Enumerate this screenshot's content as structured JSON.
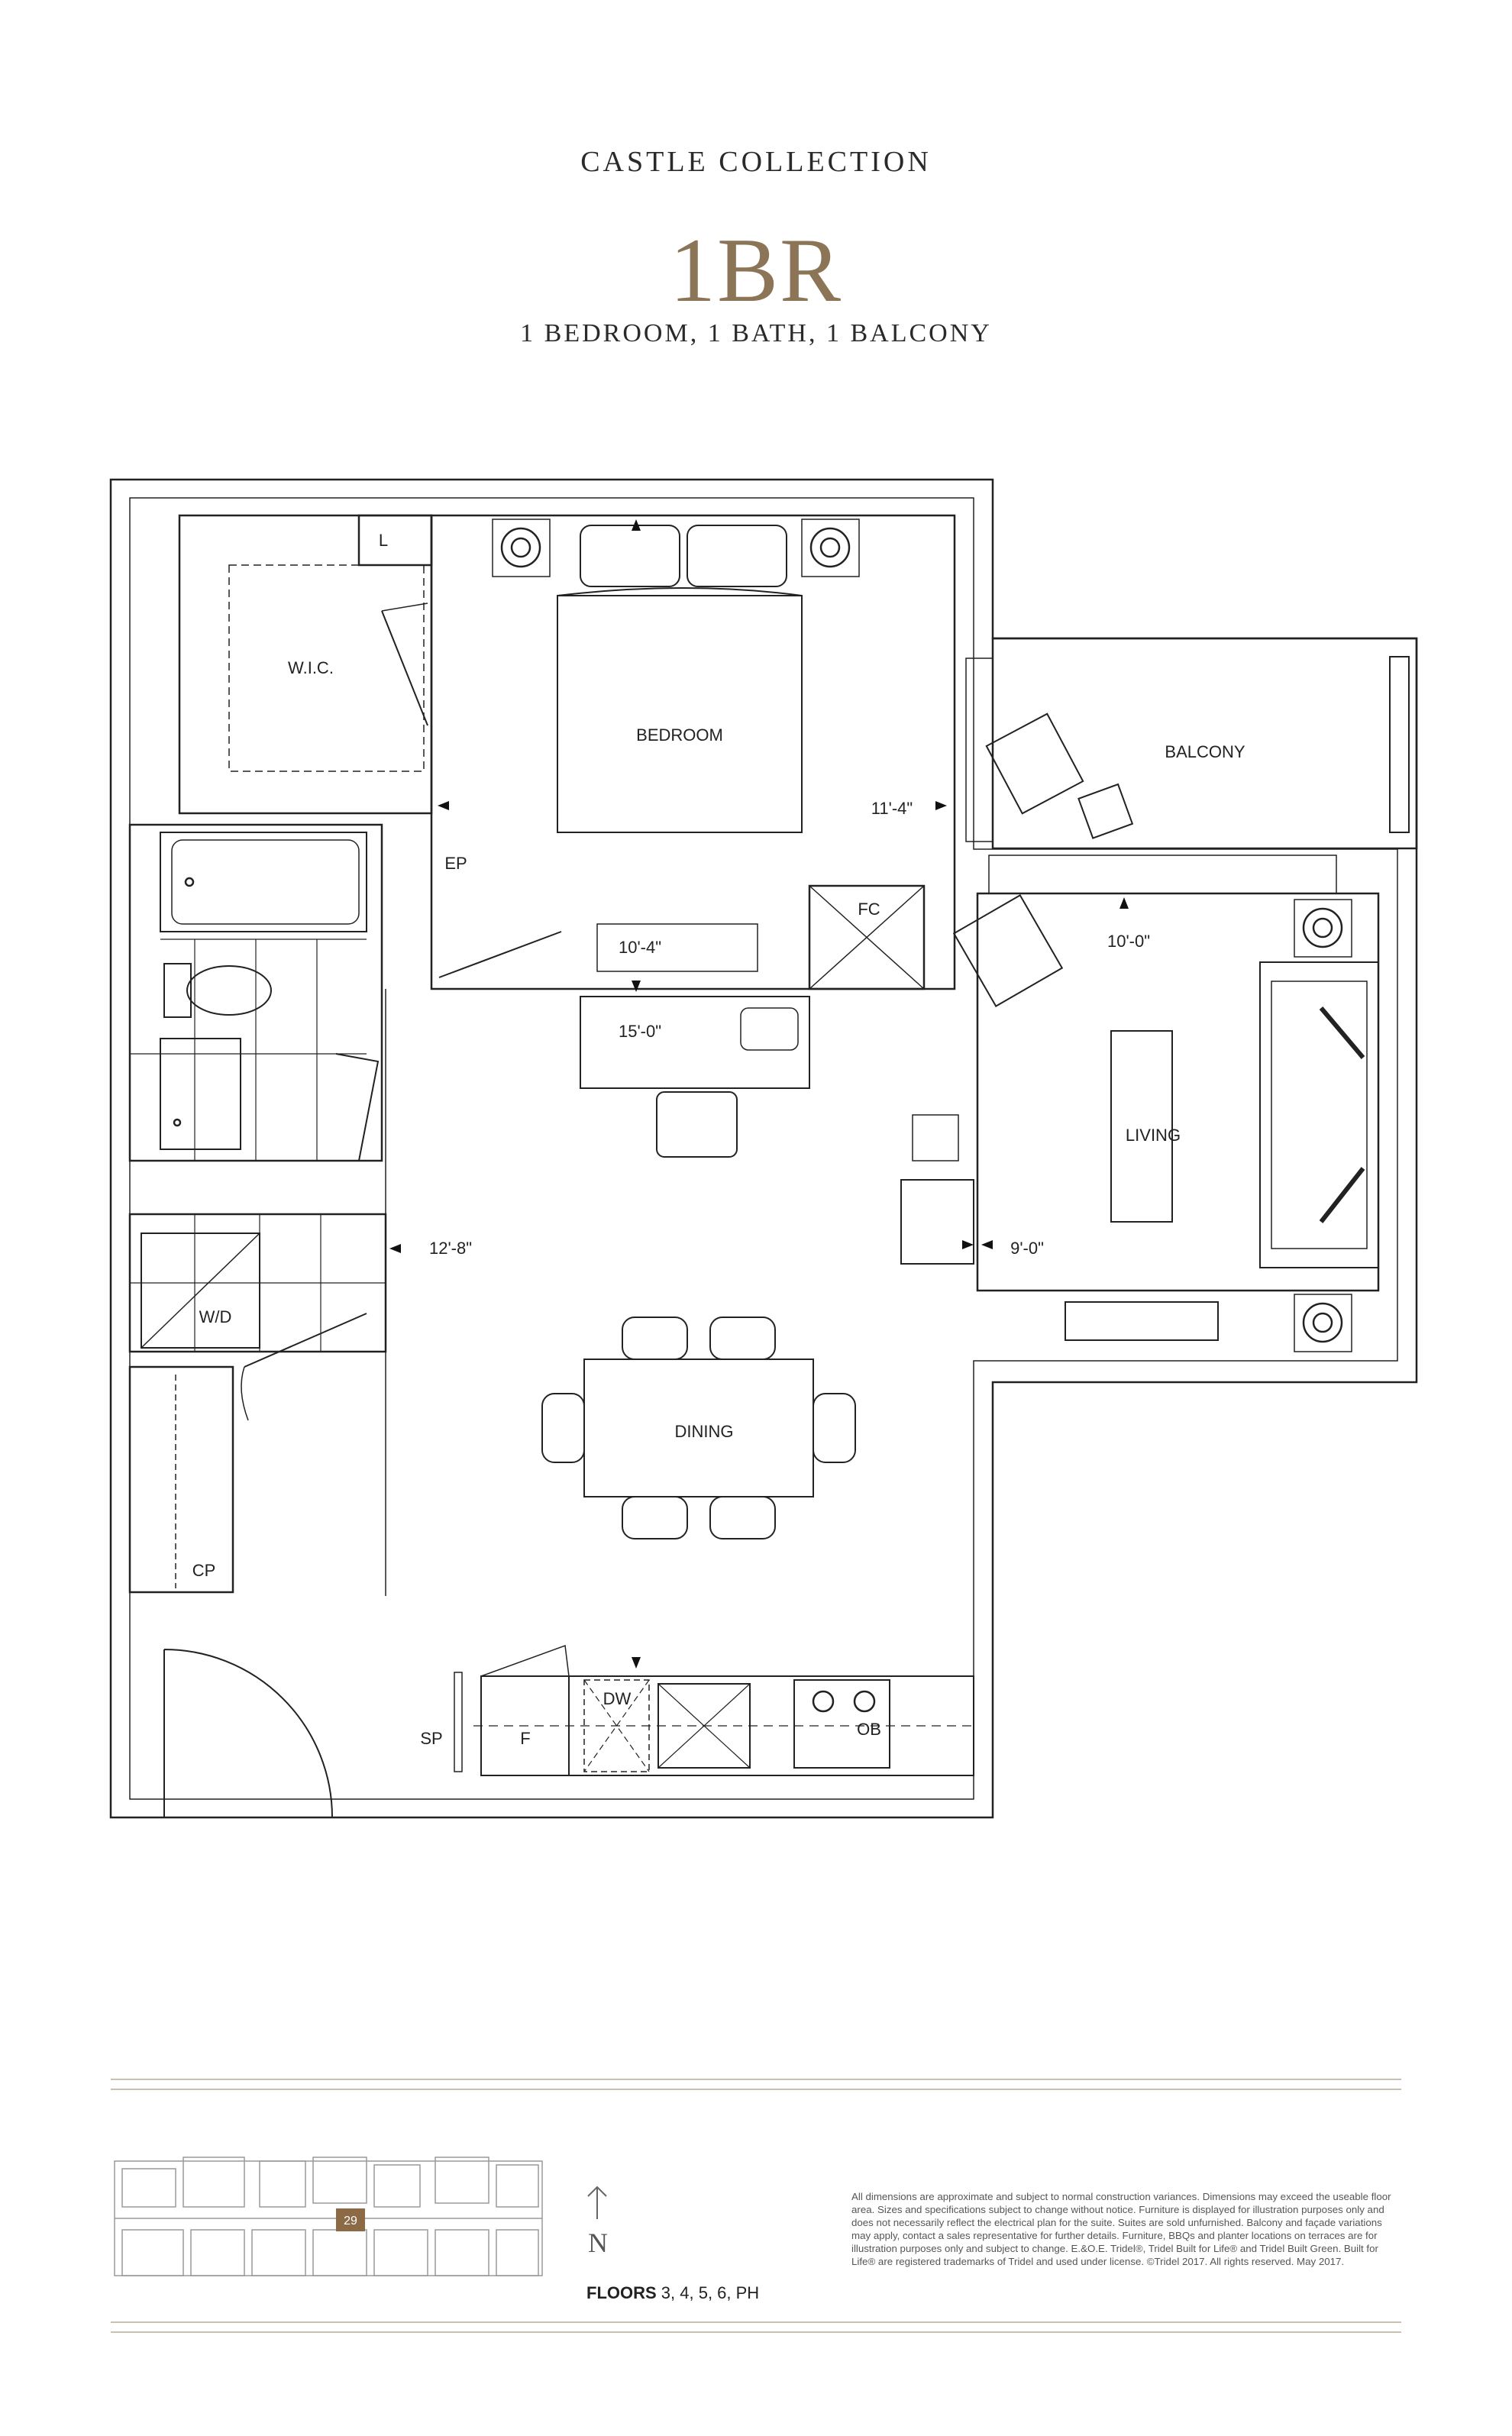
{
  "header": {
    "collection": "CASTLE COLLECTION",
    "unit": "1BR",
    "subtitle": "1 BEDROOM, 1 BATH, 1 BALCONY"
  },
  "labels": {
    "wic": "W.I.C.",
    "l": "L",
    "bedroom": "BEDROOM",
    "balcony": "BALCONY",
    "ep": "EP",
    "fc": "FC",
    "living": "LIVING",
    "wd": "W/D",
    "dining": "DINING",
    "cp": "CP",
    "sp": "SP",
    "f": "F",
    "dw": "DW",
    "ob": "OB"
  },
  "dimensions": {
    "bedroom_width": "11'-4\"",
    "bedroom_depth": "10'-4\"",
    "den": "15'-0\"",
    "balcony": "10'-0\"",
    "living": "9'-0\"",
    "dining": "12'-8\""
  },
  "keyplan": {
    "unit_number": "29"
  },
  "footer": {
    "floors_label": "FLOORS",
    "floors_value": "3, 4, 5, 6, PH",
    "north": "N",
    "disclaimer": "All dimensions are approximate and subject to normal construction variances. Dimensions may exceed the useable floor area. Sizes and specifications subject to change without notice. Furniture is displayed for illustration purposes only and does not necessarily reflect the electrical plan for the suite. Suites are sold unfurnished. Balcony and façade variations may apply, contact a sales representative for further details. Furniture, BBQs and planter locations on terraces are for illustration purposes only and subject to change. E.&O.E. Tridel®, Tridel Built for Life® and Tridel Built Green. Built for Life® are registered trademarks of Tridel and used under license. ©Tridel 2017. All rights reserved. May 2017."
  },
  "colors": {
    "accent": "#8c7456",
    "line": "#222222",
    "rule": "#c9c1b0",
    "keyplan_highlight": "#8c6a45"
  }
}
